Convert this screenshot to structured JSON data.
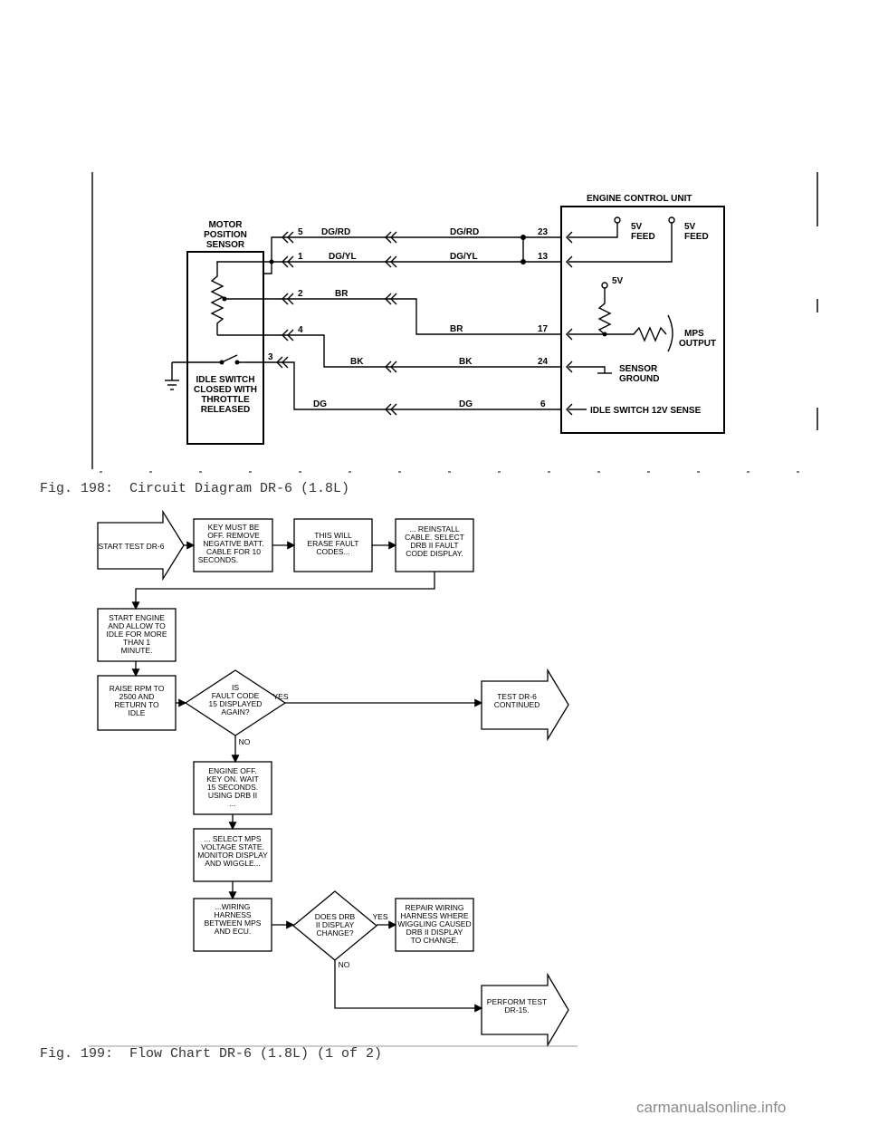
{
  "circuit": {
    "caption": "Fig. 198:  Circuit Diagram DR-6 (1.8L)",
    "ecu_title": "ENGINE CONTROL UNIT",
    "sensor_title_1": "MOTOR",
    "sensor_title_2": "POSITION",
    "sensor_title_3": "SENSOR",
    "idle_1": "IDLE SWITCH",
    "idle_2": "CLOSED WITH",
    "idle_3": "THROTTLE",
    "idle_4": "RELEASED",
    "feed_5v": "5V",
    "feed_label": "FEED",
    "ref_5v": "5V",
    "mps_1": "MPS",
    "mps_2": "OUTPUT",
    "sg_1": "SENSOR",
    "sg_2": "GROUND",
    "idle_sense": "IDLE SWITCH 12V SENSE",
    "wires": [
      {
        "left_pin": "5",
        "left_color": "DG/RD",
        "right_color": "DG/RD",
        "ecu_pin": "23"
      },
      {
        "left_pin": "1",
        "left_color": "DG/YL",
        "right_color": "DG/YL",
        "ecu_pin": "13"
      },
      {
        "left_pin": "2",
        "left_color": "BR",
        "right_color": "BR",
        "ecu_pin": "17"
      },
      {
        "left_pin": "4",
        "left_color": "BK",
        "right_color": "BK",
        "ecu_pin": "24"
      },
      {
        "left_pin": "3",
        "left_color": "DG",
        "right_color": "DG",
        "ecu_pin": "6"
      }
    ]
  },
  "flow": {
    "caption": "Fig. 199:  Flow Chart DR-6 (1.8L) (1 of 2)",
    "start": "START TEST DR-6",
    "box1": [
      "KEY MUST BE",
      "OFF. REMOVE",
      "NEGATIVE BATT.",
      "CABLE FOR 10",
      "SECONDS."
    ],
    "box2": [
      "THIS WILL",
      "ERASE FAULT",
      "CODES..."
    ],
    "box3": [
      "... REINSTALL",
      "CABLE. SELECT",
      "DRB II FAULT",
      "CODE DISPLAY."
    ],
    "box4": [
      "START ENGINE",
      "AND ALLOW TO",
      "IDLE FOR MORE",
      "THAN 1",
      "MINUTE."
    ],
    "box5": [
      "RAISE RPM TO",
      "2500 AND",
      "RETURN TO",
      "IDLE"
    ],
    "dec1": [
      "IS",
      "FAULT CODE",
      "15 DISPLAYED",
      "AGAIN?"
    ],
    "yes": "YES",
    "no": "NO",
    "cont": [
      "TEST DR-6",
      "CONTINUED"
    ],
    "box6": [
      "ENGINE OFF.",
      "KEY ON. WAIT",
      "15 SECONDS.",
      "USING DRB II",
      "..."
    ],
    "box7": [
      "... SELECT MPS",
      "VOLTAGE STATE.",
      "MONITOR DISPLAY",
      "AND WIGGLE..."
    ],
    "box8": [
      "...WIRING",
      "HARNESS",
      "BETWEEN MPS",
      "AND ECU."
    ],
    "dec2": [
      "DOES DRB",
      "II DISPLAY",
      "CHANGE?"
    ],
    "repair": [
      "REPAIR WIRING",
      "HARNESS WHERE",
      "WIGGLING CAUSED",
      "DRB II DISPLAY",
      "TO CHANGE."
    ],
    "perform": [
      "PERFORM TEST",
      "DR-15."
    ]
  },
  "watermark": "carmanualsonline.info"
}
